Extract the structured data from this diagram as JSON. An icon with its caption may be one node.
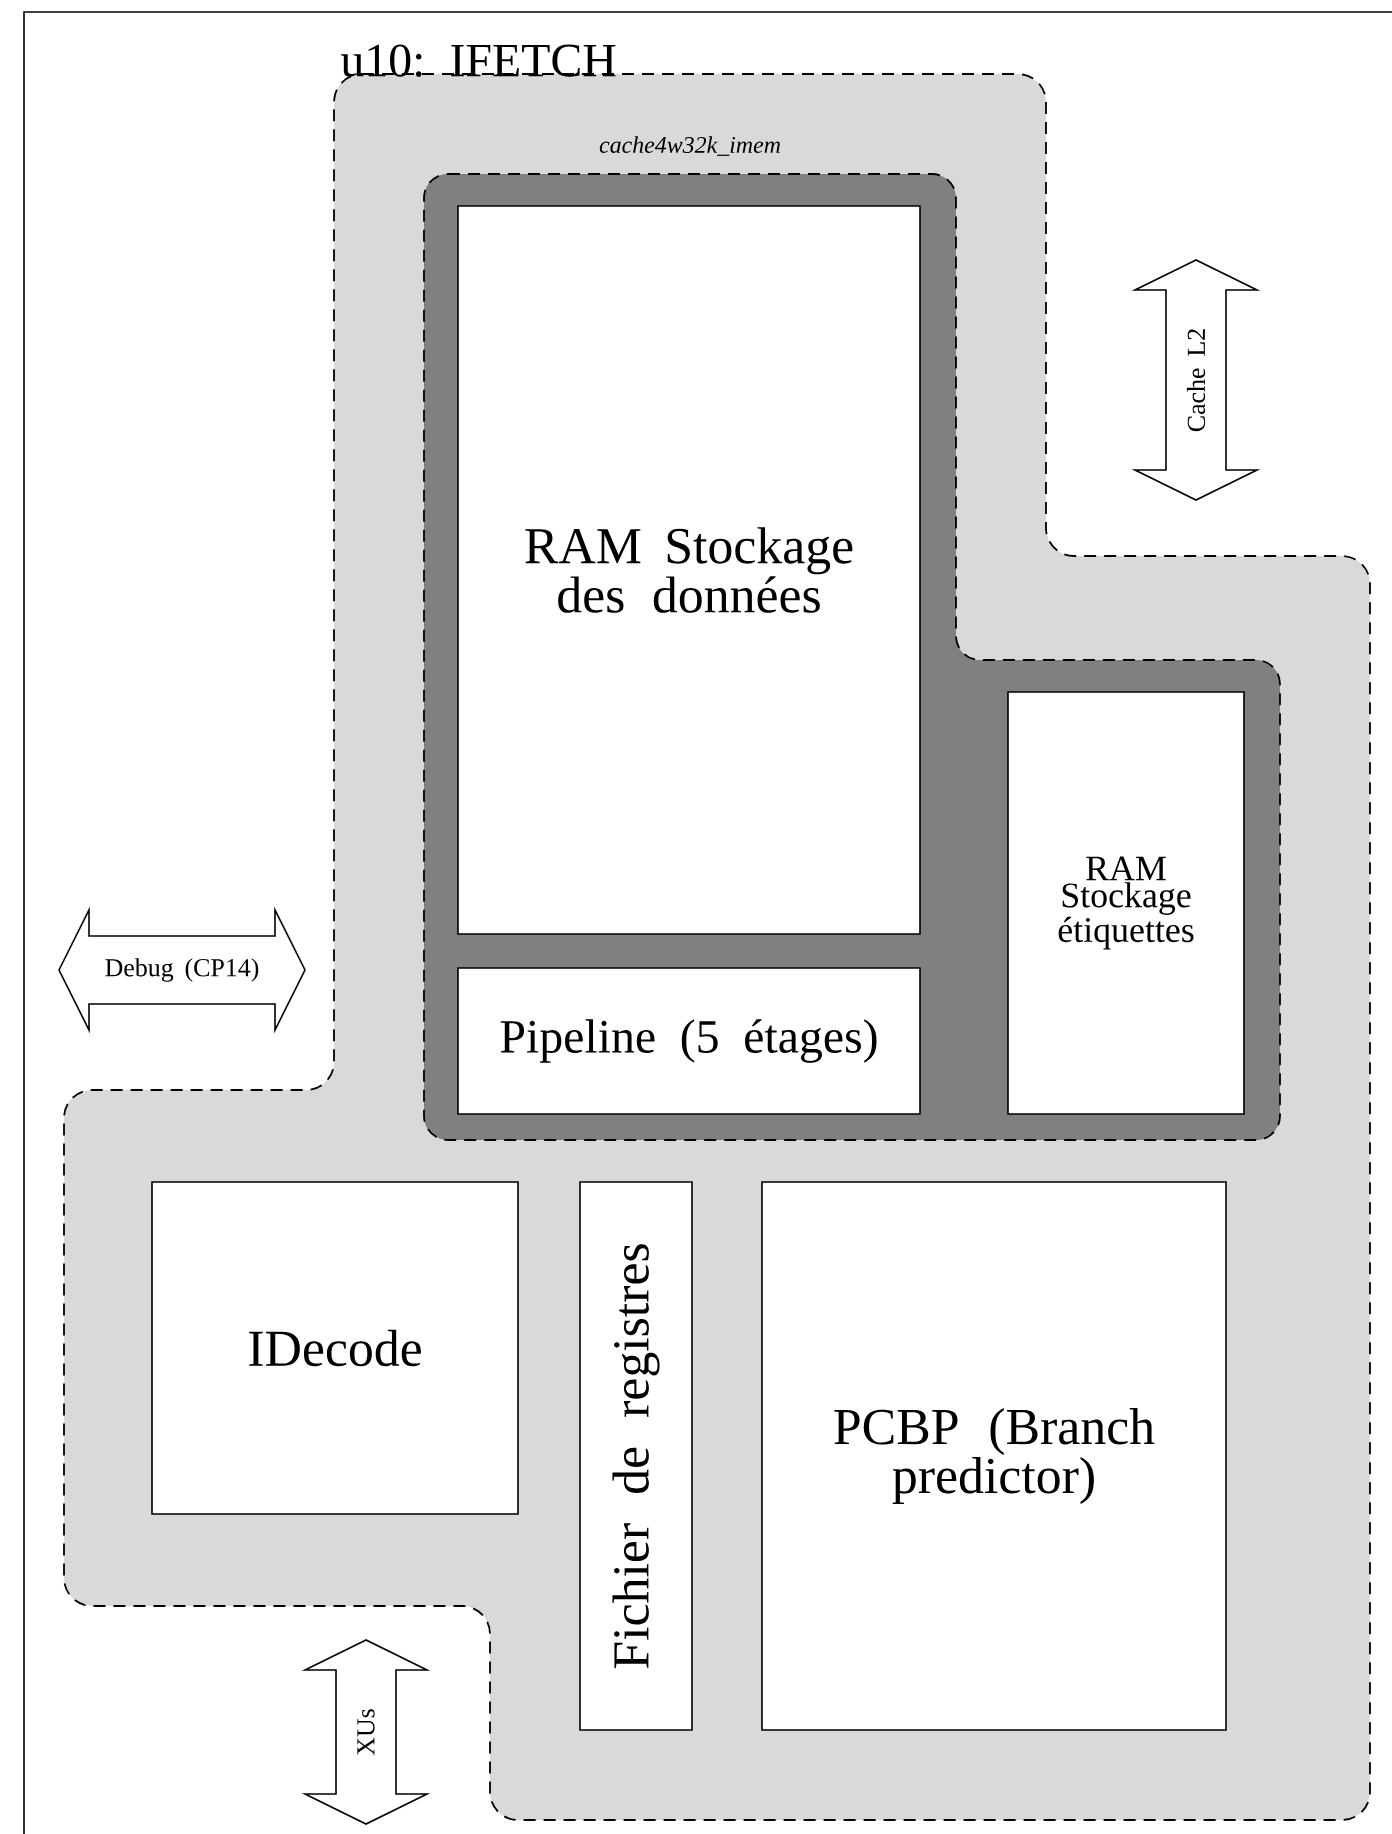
{
  "diagram": {
    "nodes": [
      {
        "text": [
          "u10: IFETCH"
        ]
      },
      {
        "text": [
          "cache4w32k_imem"
        ],
        "in": 0
      },
      {
        "text": [
          "RAM Stockage des données"
        ],
        "in": 1
      },
      {
        "text": [
          "RAM Stockage étiquettes"
        ],
        "in": 1
      },
      {
        "text": [
          "Pipeline (5 étages)"
        ],
        "in": 1
      },
      {
        "text": [
          "IDecode"
        ],
        "in": 0
      },
      {
        "text": [
          "Fichier de registres"
        ],
        "in": 0
      },
      {
        "text": [
          "PCBP (Branch predictor)"
        ],
        "in": 0
      },
      {
        "text": [
          "Cache L2"
        ]
      },
      {
        "text": [
          "Debug (CP14)"
        ]
      },
      {
        "text": [
          "XUs"
        ]
      }
    ]
  }
}
